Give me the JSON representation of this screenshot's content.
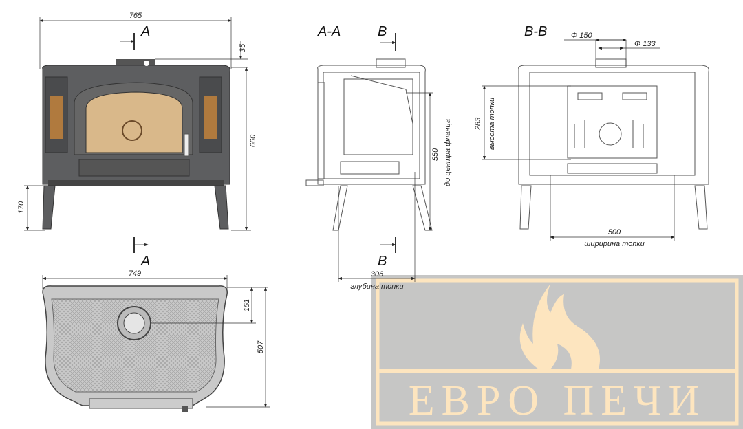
{
  "front_view": {
    "width_dim": "765",
    "flue_height_dim": "35",
    "height_dim": "660",
    "leg_height_dim": "170",
    "section_mark_top": "A",
    "section_mark_bottom": "A"
  },
  "top_view": {
    "width_dim": "749",
    "flue_offset_dim": "151",
    "depth_dim": "507"
  },
  "section_aa": {
    "title": "A-A",
    "section_mark_top": "B",
    "section_mark_bottom": "B",
    "flange_height_dim": "550",
    "flange_height_caption": "до центра фланца",
    "firebox_depth_dim": "306",
    "firebox_depth_caption": "глубина топки"
  },
  "section_bb": {
    "title": "B-B",
    "outer_flue_diameter": "Φ 150",
    "inner_flue_diameter": "Φ 133",
    "firebox_height_dim": "283",
    "firebox_height_caption": "высота топки",
    "firebox_width_dim": "500",
    "firebox_width_caption": "ширирина топки"
  },
  "watermark": {
    "text": "ЕВРО ПЕЧИ",
    "background_color": "#c6c6c5",
    "foreground_color": "#fde5bf"
  }
}
